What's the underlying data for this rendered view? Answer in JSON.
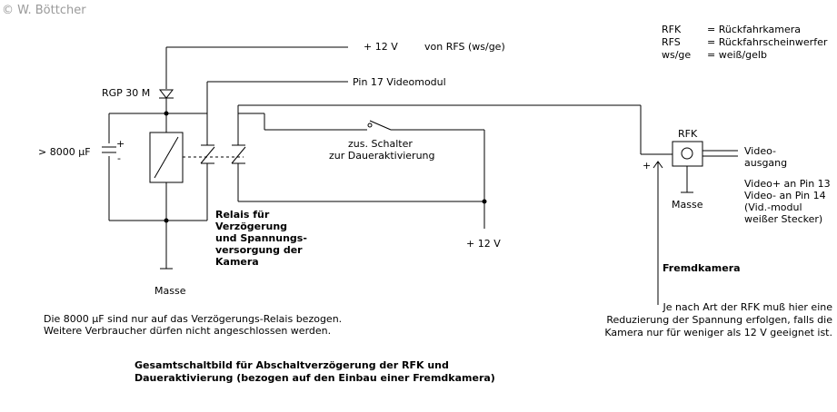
{
  "watermark": "© W. Böttcher",
  "legend": [
    {
      "abbr": "RFK",
      "def": "= Rückfahrkamera"
    },
    {
      "abbr": "RFS",
      "def": "= Rückfahrscheinwerfer"
    },
    {
      "abbr": "ws/ge",
      "def": "= weiß/gelb"
    }
  ],
  "supply_top": {
    "voltage": "+ 12 V",
    "source": "von RFS (ws/ge)"
  },
  "pin17": "Pin 17 Videomodul",
  "diode": "RGP 30 M",
  "capacitor": {
    "value": "> 8000 µF",
    "plus": "+",
    "minus": "-"
  },
  "switch_label": [
    "zus. Schalter",
    "zur Daueraktivierung"
  ],
  "relay_label": [
    "Relais für",
    "Verzögerung",
    "und Spannungs-",
    "versorgung der",
    "Kamera"
  ],
  "supply_bottom": "+ 12 V",
  "ground_left": "Masse",
  "ground_right": "Masse",
  "rfk_label": "RFK",
  "plus_sign": "+",
  "video_output": [
    "Video-",
    "ausgang"
  ],
  "video_pins": [
    "Video+ an Pin 13",
    "Video- an Pin 14",
    "(Vid.-modul",
    "weißer Stecker)"
  ],
  "fremdkamera": "Fremdkamera",
  "note_left": [
    "Die 8000 µF sind nur auf das Verzögerungs-Relais bezogen.",
    "Weitere Verbraucher dürfen nicht angeschlossen werden."
  ],
  "note_right": [
    "Je nach Art der RFK muß hier eine",
    "Reduzierung der Spannung erfolgen, falls die",
    "Kamera nur für weniger als 12 V geeignet ist."
  ],
  "caption": [
    "Gesamtschaltbild für Abschaltverzögerung der RFK und",
    "Daueraktivierung (bezogen auf den Einbau einer Fremdkamera)"
  ]
}
